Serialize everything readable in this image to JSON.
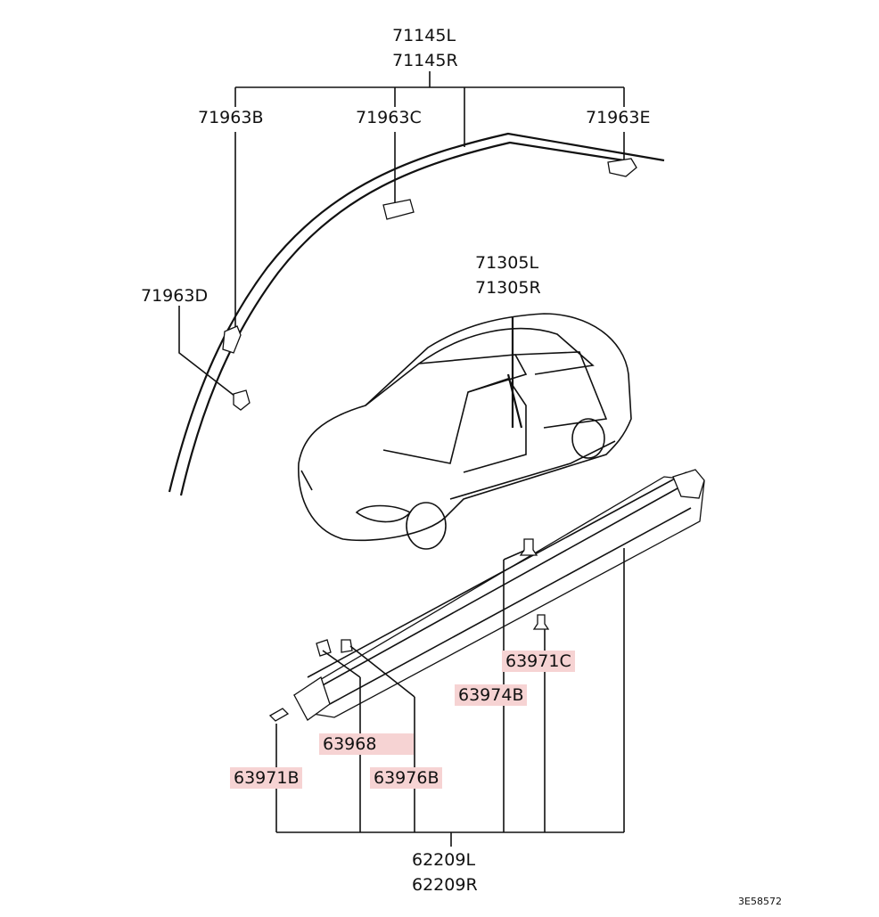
{
  "labels": {
    "molding_left": "71145L",
    "molding_right": "71145R",
    "clip_b": "71963B",
    "clip_c": "71963C",
    "clip_e": "71963E",
    "clip_d": "71963D",
    "garnish_left": "71305L",
    "garnish_right": "71305R",
    "clip_63971c": "63971C",
    "clip_63974b": "63974B",
    "clip_63968": "63968",
    "clip_63971b": "63971B",
    "clip_63976b": "63976B",
    "sill_left": "62209L",
    "sill_right": "62209R",
    "diagram_code": "3E58572"
  },
  "colors": {
    "highlight": "#f6d3d3",
    "ink": "#111111",
    "background": "#ffffff"
  }
}
